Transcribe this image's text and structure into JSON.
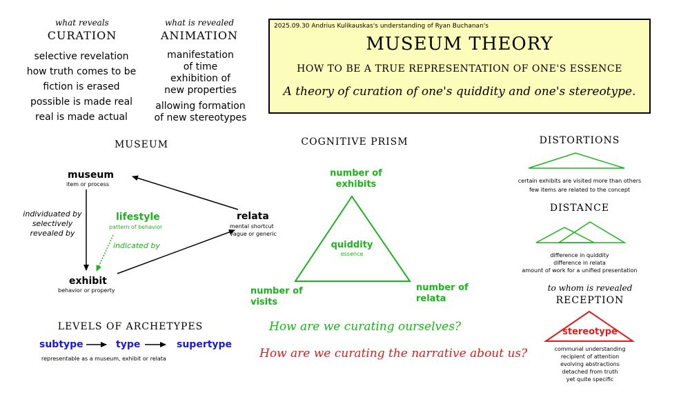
{
  "curation": {
    "kicker": "what reveals",
    "heading": "CURATION",
    "items": [
      "selective revelation",
      "how truth comes to be",
      "fiction is erased",
      "possible is made real",
      "real is made actual"
    ]
  },
  "animation": {
    "kicker": "what is revealed",
    "heading": "ANIMATION",
    "items": [
      "manifestation",
      "of time",
      "exhibition of",
      "new properties",
      "allowing formation",
      "of new stereotypes"
    ]
  },
  "titlebox": {
    "meta": "2025.09.30  Andrius Kulikauskas's understanding of Ryan Buchanan's",
    "title": "MUSEUM THEORY",
    "subtitle": "HOW TO BE A TRUE REPRESENTATION OF ONE'S ESSENCE",
    "tagline": "A theory of curation of one's quiddity and one's stereotype."
  },
  "museum_section": {
    "heading": "MUSEUM",
    "museum": {
      "label": "museum",
      "sub": "item or process"
    },
    "relata": {
      "label": "relata",
      "sub1": "mental shortcut",
      "sub2": "vague or generic"
    },
    "exhibit": {
      "label": "exhibit",
      "sub": "behavior or property"
    },
    "lifestyle": {
      "label": "lifestyle",
      "sub": "pattern of behavior"
    },
    "individuated": [
      "individuated by",
      "selectively",
      "revealed by"
    ],
    "indicated": "indicated by"
  },
  "levels": {
    "heading": "LEVELS OF ARCHETYPES",
    "subtype": "subtype",
    "type": "type",
    "supertype": "supertype",
    "note": "representable as a museum, exhibit or relata"
  },
  "prism": {
    "heading": "COGNITIVE PRISM",
    "top": [
      "number of",
      "exhibits"
    ],
    "left": [
      "number of",
      "visits"
    ],
    "right": [
      "number of",
      "relata"
    ],
    "center": "quiddity",
    "center_sub": "essence"
  },
  "questions": {
    "q1": "How are we curating ourselves?",
    "q2": "How are we curating the narrative about us?"
  },
  "distortions": {
    "heading": "DISTORTIONS",
    "lines": [
      "certain exhibits are visited more than others",
      "few items are related to the concept"
    ]
  },
  "distance": {
    "heading": "DISTANCE",
    "lines": [
      "difference in quiddity",
      "difference in relata",
      "amount of work for a unified presentation"
    ]
  },
  "reception": {
    "kicker": "to whom is revealed",
    "heading": "RECEPTION",
    "triangle_label": "stereotype",
    "lines": [
      "communal understanding",
      "recipient of attention",
      "evolving abstractions",
      "detached from truth",
      "yet quite specific"
    ]
  },
  "colors": {
    "green": "#1db21d",
    "blue": "#1a1ad6",
    "red": "#e01b1b",
    "title_bg": "#fdfdbb"
  }
}
